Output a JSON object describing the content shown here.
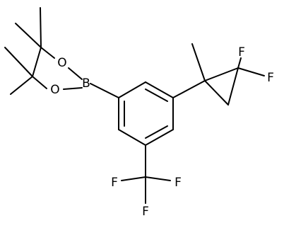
{
  "molecule": {
    "atoms": [
      {
        "id": "B",
        "label": "B"
      },
      {
        "id": "O1",
        "label": "O"
      },
      {
        "id": "O2",
        "label": "O"
      },
      {
        "id": "F1",
        "label": "F"
      },
      {
        "id": "F2",
        "label": "F"
      },
      {
        "id": "F3",
        "label": "F"
      },
      {
        "id": "F4",
        "label": "F"
      },
      {
        "id": "F5",
        "label": "F"
      }
    ]
  },
  "colors": {
    "bond": "#000000",
    "label": "#000000",
    "background": "#ffffff"
  }
}
